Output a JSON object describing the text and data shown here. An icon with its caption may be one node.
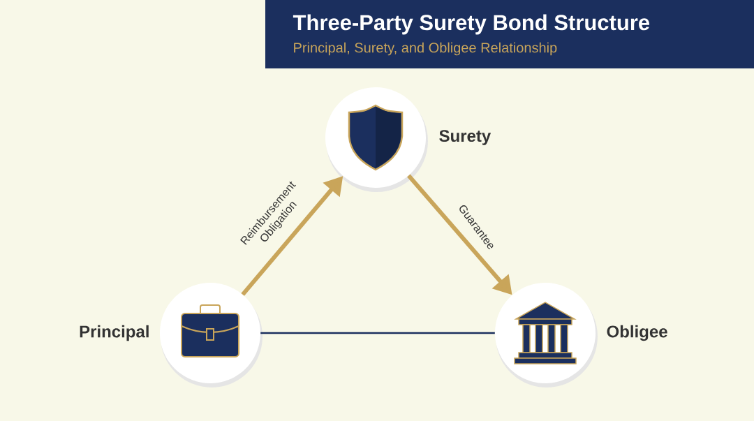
{
  "diagram": {
    "title": "Three-Party Surety Bond Structure",
    "caption": "Principal, Surety, and Obligee Relationship",
    "nodes": [
      {
        "text": [
          "Principal"
        ]
      },
      {
        "text": [
          "Surety"
        ]
      },
      {
        "text": [
          "Obligee"
        ]
      }
    ],
    "edges": [
      {
        "from": 0,
        "to": 1,
        "arrow": "to",
        "label": "Reimbursement Obligation"
      },
      {
        "from": 1,
        "to": 2,
        "arrow": "to",
        "label": "Guarantee"
      },
      {
        "from": 0,
        "to": 2,
        "arrow": "none",
        "color": "#1b2f5e"
      }
    ]
  }
}
